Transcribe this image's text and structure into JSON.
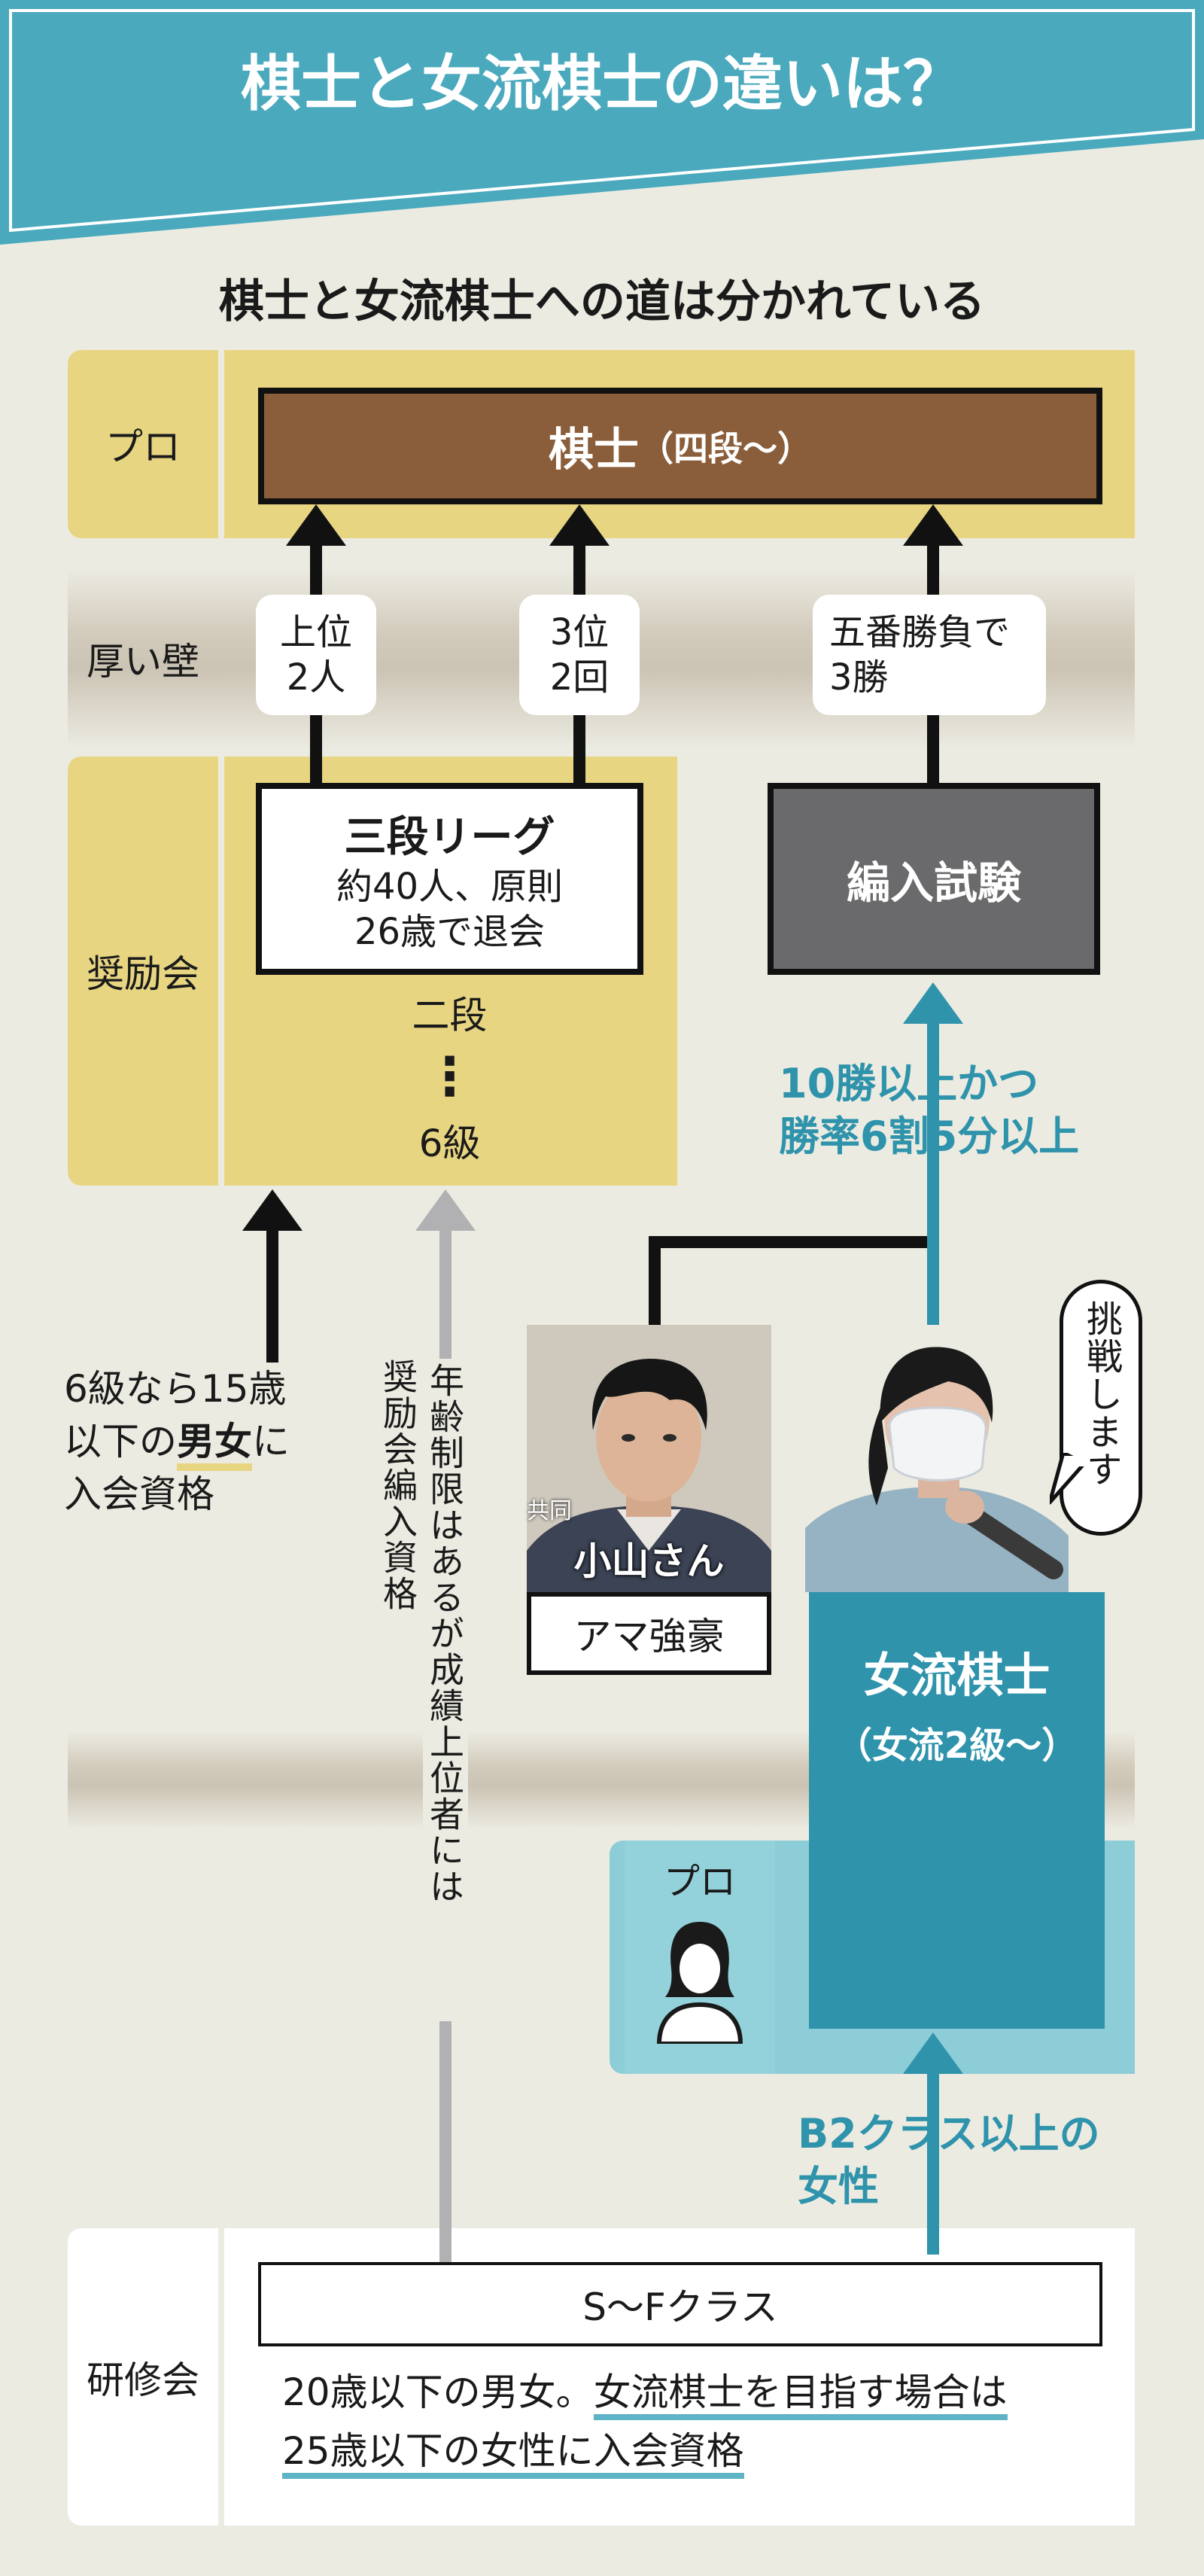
{
  "header": {
    "title": "棋士と女流棋士の違いは？",
    "subtitle": "棋士と女流棋士への道は分かれている"
  },
  "rows": {
    "pro": "プロ",
    "wall": "厚い壁",
    "shoreikai": "奨励会",
    "kenshukai": "研修会"
  },
  "kishi_box": {
    "main": "棋士",
    "sub": "（四段〜）"
  },
  "pills": [
    {
      "line1": "上位",
      "line2": "2人"
    },
    {
      "line1": "3位",
      "line2": "2回"
    },
    {
      "line1": "五番勝負で",
      "line2": "3勝"
    }
  ],
  "sandan_league": {
    "title": "三段リーグ",
    "line1": "約40人、原則",
    "line2": "26歳で退会"
  },
  "ranks": {
    "top": "二段",
    "dots": "⋮",
    "bottom": "6級"
  },
  "hennyu": {
    "label": "編入試験"
  },
  "teal_labels": {
    "hennyu_cond_1": "10勝以上かつ",
    "hennyu_cond_2": "勝率6割5分以上",
    "b2_1": "B2クラス以上の",
    "b2_2": "女性"
  },
  "left_note": {
    "line1": "6級なら15歳",
    "line2_pre": "以下の",
    "line2_bold": "男女",
    "line2_post": "に",
    "line3": "入会資格"
  },
  "vertical_notes": {
    "right_col": "年齢制限はあるが成績上位者には",
    "left_col": "奨励会編入資格"
  },
  "speech_bubble": "挑戦します",
  "photo": {
    "credit": "共同",
    "caption": "小山さん",
    "label": "アマ強豪"
  },
  "joryu_box": {
    "main": "女流棋士",
    "sub": "（女流2級〜）"
  },
  "pro_box_label": "プロ",
  "sf_class": "S〜Fクラス",
  "bottom_note": {
    "line1_a": "20歳以下の男女。",
    "line1_b": "女流棋士を目指す場合は",
    "line2": "25歳以下の女性に入会資格"
  },
  "colors": {
    "teal": "#2e93ab",
    "yellow_band": "#e7d582",
    "brown": "#8b5e3b",
    "grey": "#6a6a6c",
    "header_teal": "#4aa9bd"
  }
}
